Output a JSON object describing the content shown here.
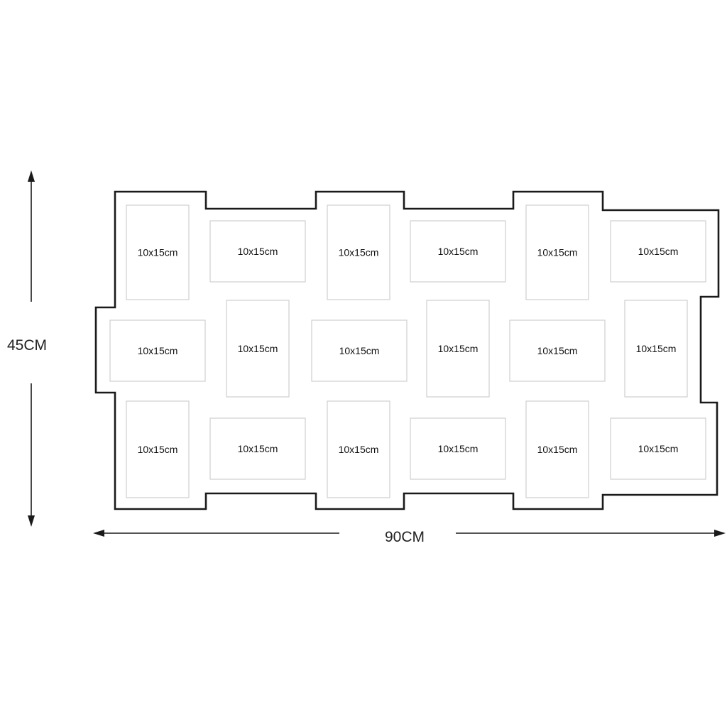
{
  "dimensions": {
    "height_label": "45CM",
    "width_label": "90CM"
  },
  "slots": [
    {
      "label": "10x15cm",
      "orientation": "portrait"
    },
    {
      "label": "10x15cm",
      "orientation": "landscape"
    },
    {
      "label": "10x15cm",
      "orientation": "portrait"
    },
    {
      "label": "10x15cm",
      "orientation": "landscape"
    },
    {
      "label": "10x15cm",
      "orientation": "portrait"
    },
    {
      "label": "10x15cm",
      "orientation": "landscape"
    },
    {
      "label": "10x15cm",
      "orientation": "landscape"
    },
    {
      "label": "10x15cm",
      "orientation": "portrait"
    },
    {
      "label": "10x15cm",
      "orientation": "landscape"
    },
    {
      "label": "10x15cm",
      "orientation": "portrait"
    },
    {
      "label": "10x15cm",
      "orientation": "landscape"
    },
    {
      "label": "10x15cm",
      "orientation": "portrait"
    },
    {
      "label": "10x15cm",
      "orientation": "portrait"
    },
    {
      "label": "10x15cm",
      "orientation": "landscape"
    },
    {
      "label": "10x15cm",
      "orientation": "portrait"
    },
    {
      "label": "10x15cm",
      "orientation": "landscape"
    },
    {
      "label": "10x15cm",
      "orientation": "portrait"
    },
    {
      "label": "10x15cm",
      "orientation": "landscape"
    }
  ]
}
